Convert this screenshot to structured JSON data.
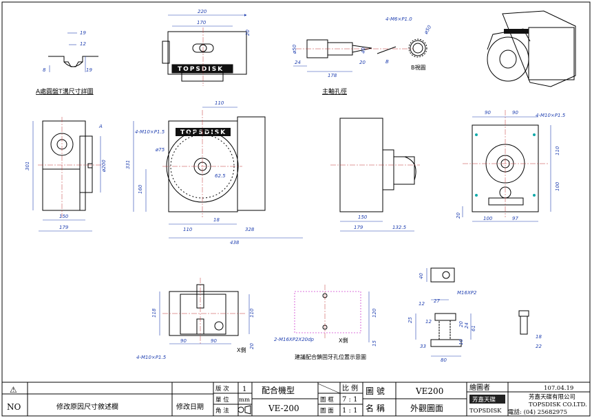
{
  "drawing": {
    "dims": {
      "d220": "220",
      "d170": "170",
      "d20a": "20",
      "d19a": "19",
      "d12": "12",
      "d8": "8",
      "d19b": "19",
      "thread_top": "4-M6×P1.0",
      "d50a": "ø50",
      "d50b": "ø50",
      "d40": "40",
      "d24": "24",
      "d20b": "20",
      "d178": "178",
      "arrowB": "B",
      "viewB": "B視圖",
      "d301a": "301",
      "d200": "ø200",
      "d150a": "150",
      "d179a": "179",
      "markA": "A",
      "d110a": "110",
      "thread_front": "4-M10×P1.5",
      "d75": "ø75",
      "d62_5": "62.5",
      "d160": "160",
      "d331": "331",
      "d110b": "110",
      "d18": "18",
      "d328": "328",
      "d438": "438",
      "d150b": "150",
      "d179b": "179",
      "d132_5": "132.5",
      "d90a": "90",
      "d90b": "90",
      "thread_right": "4-M10×P1.5",
      "d110c": "110",
      "d100a": "100",
      "d20c": "20",
      "d100b": "100",
      "d97": "97",
      "d118": "118",
      "d110d": "110",
      "d90c": "90",
      "d90d": "90",
      "d20d": "20",
      "thread_bottom": "4-M10×P1.5",
      "sideX": "X側",
      "d120": "120",
      "d15": "15",
      "tap": "2-M16XP2X20dp",
      "sideX2": "X側",
      "m16": "M16XP2",
      "d12b": "12",
      "d27": "27",
      "d25": "25",
      "d12c": "12",
      "d20e": "20",
      "d24b": "24",
      "d61": "61",
      "d33": "33",
      "d10": "10",
      "d80": "80",
      "d18b": "18",
      "d22": "22"
    },
    "captions": {
      "a_detail": "A處圓盤T溝尺寸詳圖",
      "spindle": "主軸孔徑",
      "suggest": "建議配合鎖固牙孔位置示意圖"
    },
    "logo": "TOPSDISK"
  },
  "title_block": {
    "triangle": "⚠",
    "no": "NO",
    "revise_reason": "修改原因尺寸敘述欄",
    "revise_date": "修改日期",
    "version_label": "版 次",
    "version_value": "1",
    "unit_label": "單 位",
    "unit_value": "mm",
    "angle_label": "角 法",
    "model_label": "配合機型",
    "model_value": "VE-200",
    "scale_label": "比 例",
    "frame_label": "圖 框",
    "frame_value": "7 : 1",
    "face_label": "圖 面",
    "face_value": "1 : 1",
    "drawing_no_label": "圖 號",
    "drawing_no_value": "VE200",
    "name_label": "名 稱",
    "name_value": "外觀圖面",
    "drawer_label": "繪圖者",
    "date": "107.04.19",
    "company_cn": "芳嘉天碟有限公司",
    "company_en": "TOPSDISK CO.LTD.",
    "phone": "電話: (04) 25682975",
    "logo_cn": "芳嘉天碟",
    "logo_en": "TOPSDISK"
  }
}
